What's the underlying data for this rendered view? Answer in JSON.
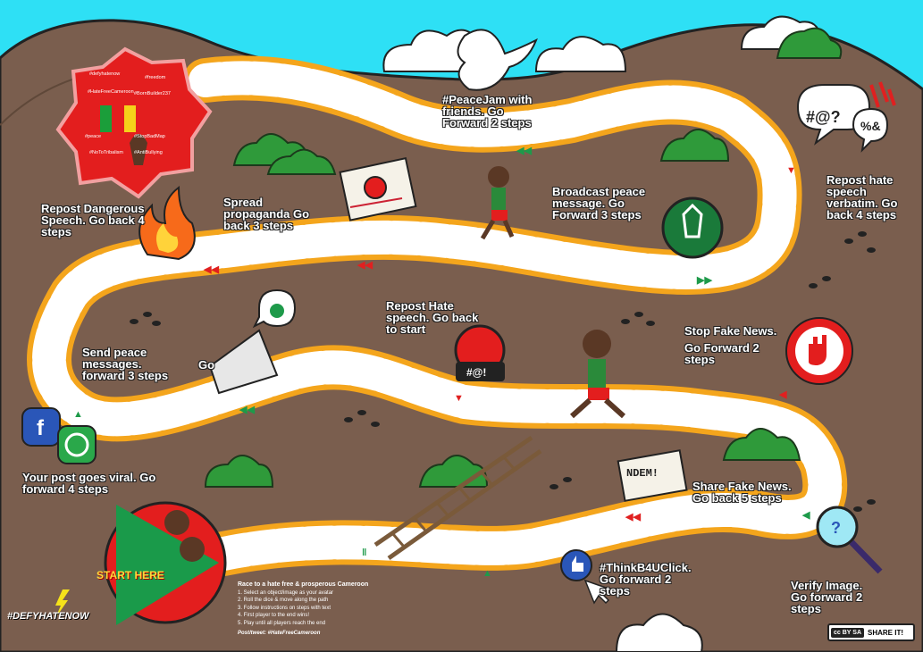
{
  "board": {
    "title": "Race to a hate free & prosperous Cameroon",
    "start_label": "START HERE",
    "brand": "#DEFYHATENOW",
    "share_label": "SHARE IT!",
    "license_badge": "cc BY SA",
    "colors": {
      "sky": "#2ee0f5",
      "ground": "#7a5e4e",
      "path_border": "#f4a51c",
      "path_tile": "#ffffff",
      "arrow_green": "#1e9a4a",
      "arrow_red": "#e02020",
      "badge_red": "#e31e1e"
    }
  },
  "instructions": {
    "heading": "Race to a hate free & prosperous Cameroon",
    "steps": [
      "1. Select an object/image as your avatar",
      "2. Roll the dice & move along the path",
      "3. Follow instructions on steps with text",
      "4. First player to the end wins!",
      "5. Play until all players reach the end"
    ],
    "post": "Post/tweet: #HateFreeCameroon"
  },
  "hashtags": [
    "#defyhatenow",
    "#freedom",
    "#HateFreeCameroon",
    "#BornBuilder237",
    "#peace",
    "#StopBadMap",
    "#NoToTribalism",
    "#AntiBullying"
  ],
  "squares": {
    "peacejam": "#PeaceJam with friends. Go Forward 2 steps",
    "repost_verbatim": "Repost hate speech verbatim. Go back 4 steps",
    "broadcast": "Broadcast peace message. Go Forward 3 steps",
    "propaganda": "Spread propaganda Go back 3 steps",
    "dangerous": "Repost Dangerous Speech. Go back 4 steps",
    "repost_hate": "Repost Hate speech. Go back to start",
    "send_peace": "Send peace messages. forward 3 steps",
    "go": "Go",
    "stop_fake": "Stop Fake News.",
    "stop_fake_2": "Go Forward 2 steps",
    "viral": "Your post goes viral. Go forward 4 steps",
    "share_fake": "Share Fake News. Go back 5 steps",
    "think": "#ThinkB4UClick. Go forward 2 steps",
    "verify": "Verify Image. Go forward 2 steps"
  },
  "icon_text": {
    "symbols": "#@?",
    "symbols2": "%&",
    "ndem": "NDEM!",
    "hate_face": "#@!"
  },
  "icons": [
    "dove-icon",
    "fire-icon",
    "newspaper-icon",
    "prayer-hands-icon",
    "megaphone-icon",
    "stop-hand-icon",
    "facebook-icon",
    "whatsapp-icon",
    "like-icon",
    "magnifier-icon",
    "ladder-icon",
    "angry-face-icon",
    "runner-icon",
    "speech-bubble-icon",
    "bush-icon",
    "footprints-icon",
    "lightning-icon"
  ]
}
